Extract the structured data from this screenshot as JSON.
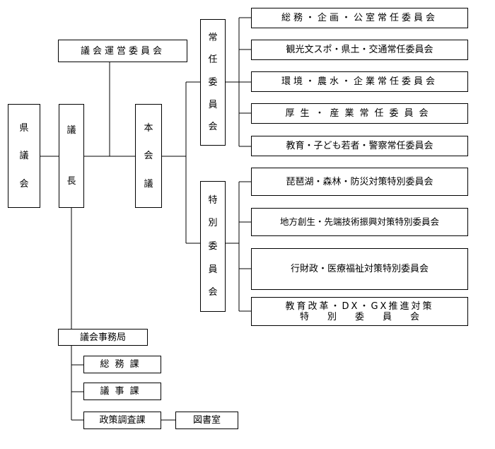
{
  "prefectural_assembly": [
    "県",
    "議",
    "会"
  ],
  "chairman": [
    "議",
    "長"
  ],
  "plenary": [
    "本",
    "会",
    "議"
  ],
  "steering_committee": "議会運営委員会",
  "standing_committees": {
    "label": [
      "常",
      "任",
      "委",
      "員",
      "会"
    ],
    "items": [
      "総務・企画・公室常任委員会",
      "観光文スポ・県土・交通常任委員会",
      "環境・農水・企業常任委員会",
      "厚生・産業常任委員会",
      "教育・子ども若者・警察常任委員会"
    ]
  },
  "special_committees": {
    "label": [
      "特",
      "別",
      "委",
      "員",
      "会"
    ],
    "items": [
      "琵琶湖・森林・防災対策特別委員会",
      "地方創生・先端技術振興対策特別委員会",
      "行財政・医療福祉対策特別委員会",
      [
        "教育改革・DX・GX推進対策",
        "特別委員会"
      ]
    ]
  },
  "secretariat": {
    "label": "議会事務局",
    "sections": [
      "総務課",
      "議事課",
      "政策調査課"
    ],
    "library": "図書室"
  }
}
